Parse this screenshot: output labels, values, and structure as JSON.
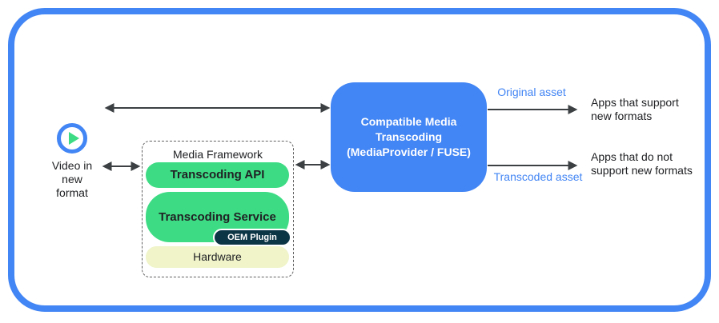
{
  "colors": {
    "border_blue": "#4285f4",
    "android_green": "#3ddc84",
    "dark_navy": "#0b3445",
    "pale_green": "#f0f4c8",
    "arrow": "#3c4043",
    "label_blue": "#4285f4",
    "text_dark": "#202124"
  },
  "source": {
    "icon": "play-icon",
    "label": "Video in\nnew\nformat"
  },
  "media_framework": {
    "title": "Media Framework",
    "layers": [
      {
        "label": "Transcoding API"
      },
      {
        "label": "Transcoding Service",
        "plugin": "OEM Plugin"
      },
      {
        "label": "Hardware"
      }
    ]
  },
  "transcoder": {
    "label": "Compatible Media\nTranscoding\n(MediaProvider / FUSE)"
  },
  "outputs": [
    {
      "asset_label": "Original asset",
      "target": "Apps that support\nnew formats"
    },
    {
      "asset_label": "Transcoded asset",
      "target": "Apps that do not\nsupport new formats"
    }
  ]
}
